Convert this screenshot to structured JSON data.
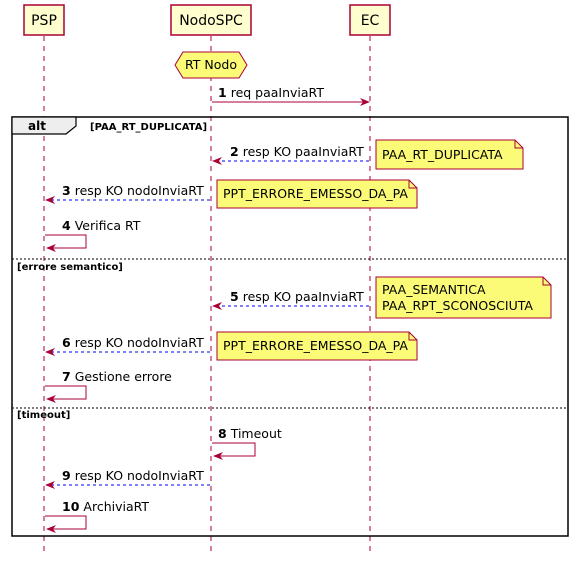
{
  "participants": {
    "psp": "PSP",
    "nodo": "NodoSPC",
    "ec": "EC"
  },
  "hexagon_label": "RT Nodo",
  "alt": {
    "keyword": "alt",
    "guard_1": "[PAA_RT_DUPLICATA]",
    "guard_2": "[errore semantico]",
    "guard_3": "[timeout]"
  },
  "messages": [
    {
      "num": "1",
      "text": "req paaInviaRT"
    },
    {
      "num": "2",
      "text": "resp KO paaInviaRT"
    },
    {
      "num": "3",
      "text": "resp KO nodoInviaRT"
    },
    {
      "num": "4",
      "text": "Verifica RT"
    },
    {
      "num": "5",
      "text": "resp KO paaInviaRT"
    },
    {
      "num": "6",
      "text": "resp KO nodoInviaRT"
    },
    {
      "num": "7",
      "text": "Gestione errore"
    },
    {
      "num": "8",
      "text": "Timeout"
    },
    {
      "num": "9",
      "text": "resp KO nodoInviaRT"
    },
    {
      "num": "10",
      "text": "ArchiviaRT"
    }
  ],
  "notes": {
    "n1": "PAA_RT_DUPLICATA",
    "n2": "PPT_ERRORE_EMESSO_DA_PA",
    "n3_line1": "PAA_SEMANTICA",
    "n3_line2": "PAA_RPT_SCONOSCIUTA",
    "n4": "PPT_ERRORE_EMESSO_DA_PA"
  },
  "colors": {
    "participant_fill": "#FEFECE",
    "participant_border": "#A80036",
    "arrow": "#A80036",
    "return_arrow": "#0000FF",
    "note_fill": "#FBFB77"
  }
}
